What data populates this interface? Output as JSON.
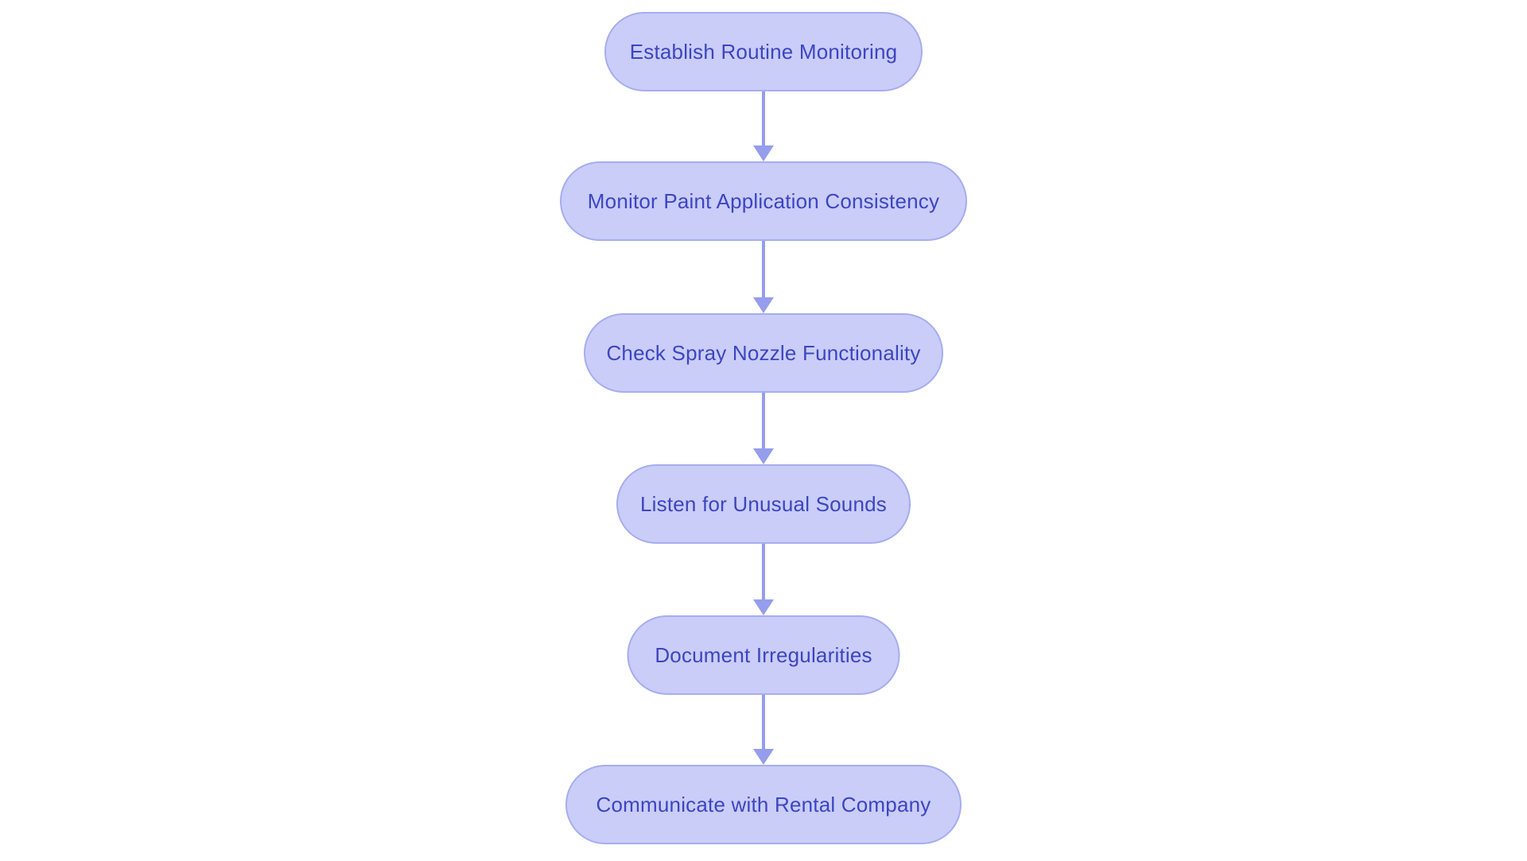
{
  "flowchart": {
    "type": "flowchart",
    "direction": "top-down",
    "nodes": [
      {
        "id": 1,
        "label": "Establish Routine Monitoring"
      },
      {
        "id": 2,
        "label": "Monitor Paint Application Consistency"
      },
      {
        "id": 3,
        "label": "Check Spray Nozzle Functionality"
      },
      {
        "id": 4,
        "label": "Listen for Unusual Sounds"
      },
      {
        "id": 5,
        "label": "Document Irregularities"
      },
      {
        "id": 6,
        "label": "Communicate with Rental Company"
      }
    ],
    "edges": [
      {
        "from": 1,
        "to": 2
      },
      {
        "from": 2,
        "to": 3
      },
      {
        "from": 3,
        "to": 4
      },
      {
        "from": 4,
        "to": 5
      },
      {
        "from": 5,
        "to": 6
      }
    ],
    "colors": {
      "node_fill": "#c9cdf8",
      "node_border": "#a6adf0",
      "node_text": "#3d45c1",
      "arrow": "#959ded",
      "background": "#ffffff"
    }
  }
}
